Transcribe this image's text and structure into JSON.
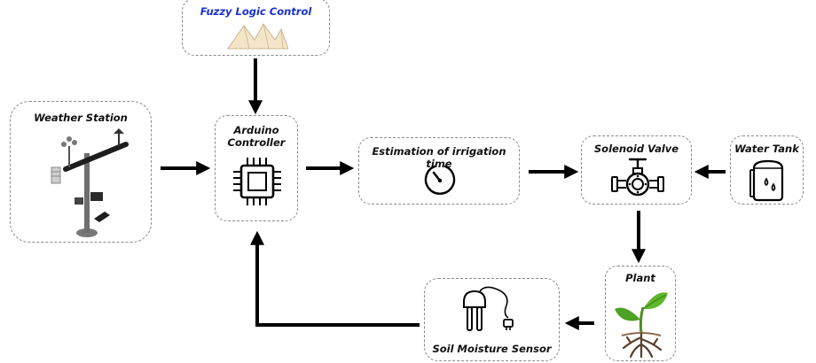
{
  "nodes": {
    "fuzzy": {
      "label": "Fuzzy Logic Control"
    },
    "arduino": {
      "label_line1": "Arduino",
      "label_line2": "Controller"
    },
    "weather": {
      "label": "Weather Station"
    },
    "estimation": {
      "label": "Estimation of irrigation time"
    },
    "solenoid": {
      "label": "Solenoid Valve"
    },
    "tank": {
      "label": "Water Tank"
    },
    "plant": {
      "label": "Plant"
    },
    "soil": {
      "label": "Soil Moisture Sensor"
    }
  },
  "colors": {
    "accent_blue": "#1a2fd6",
    "leaf_green": "#5fb82c",
    "root_brown": "#5a3e2b",
    "arrow": "#000000",
    "border": "#8a8a8a"
  },
  "icons": [
    "mountains-icon",
    "chip-icon",
    "weather-station-icon",
    "gauge-icon",
    "valve-icon",
    "tank-icon",
    "sensor-icon",
    "plant-icon"
  ]
}
